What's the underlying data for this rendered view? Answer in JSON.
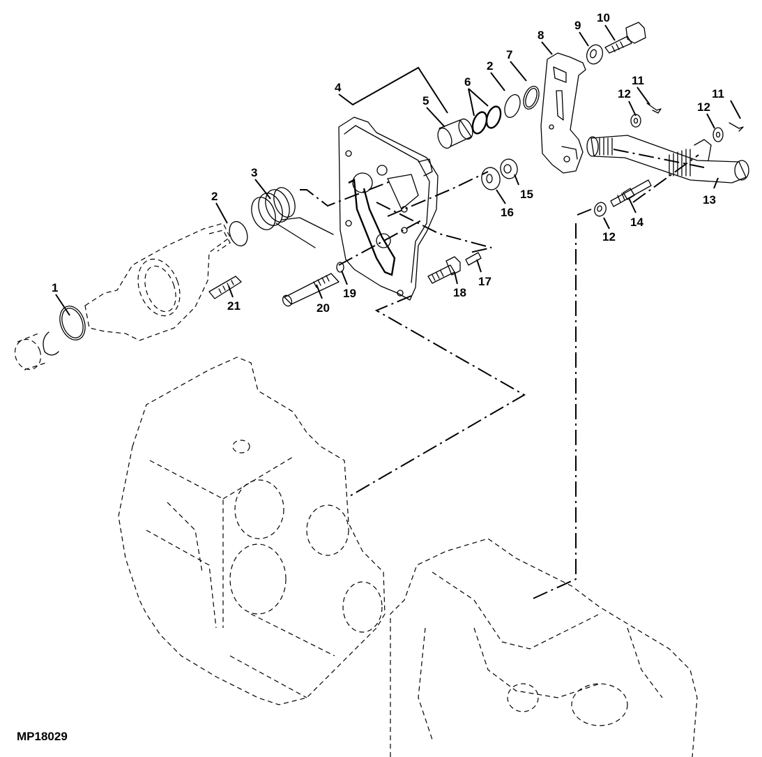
{
  "figure": {
    "id_label": "MP18029",
    "subject": "Exploded parts diagram — control valve housing, shift shaft and lever assembly mounted to transmission case"
  },
  "callouts": [
    {
      "id": "c1",
      "label": "1"
    },
    {
      "id": "c2a",
      "label": "2"
    },
    {
      "id": "c3",
      "label": "3"
    },
    {
      "id": "c4",
      "label": "4"
    },
    {
      "id": "c5",
      "label": "5"
    },
    {
      "id": "c6",
      "label": "6"
    },
    {
      "id": "c2b",
      "label": "2"
    },
    {
      "id": "c7",
      "label": "7"
    },
    {
      "id": "c8",
      "label": "8"
    },
    {
      "id": "c9",
      "label": "9"
    },
    {
      "id": "c10",
      "label": "10"
    },
    {
      "id": "c11a",
      "label": "11"
    },
    {
      "id": "c12a",
      "label": "12"
    },
    {
      "id": "c11b",
      "label": "11"
    },
    {
      "id": "c12b",
      "label": "12"
    },
    {
      "id": "c13",
      "label": "13"
    },
    {
      "id": "c14",
      "label": "14"
    },
    {
      "id": "c12c",
      "label": "12"
    },
    {
      "id": "c15",
      "label": "15"
    },
    {
      "id": "c16",
      "label": "16"
    },
    {
      "id": "c17",
      "label": "17"
    },
    {
      "id": "c18",
      "label": "18"
    },
    {
      "id": "c19",
      "label": "19"
    },
    {
      "id": "c20",
      "label": "20"
    },
    {
      "id": "c21",
      "label": "21"
    }
  ]
}
